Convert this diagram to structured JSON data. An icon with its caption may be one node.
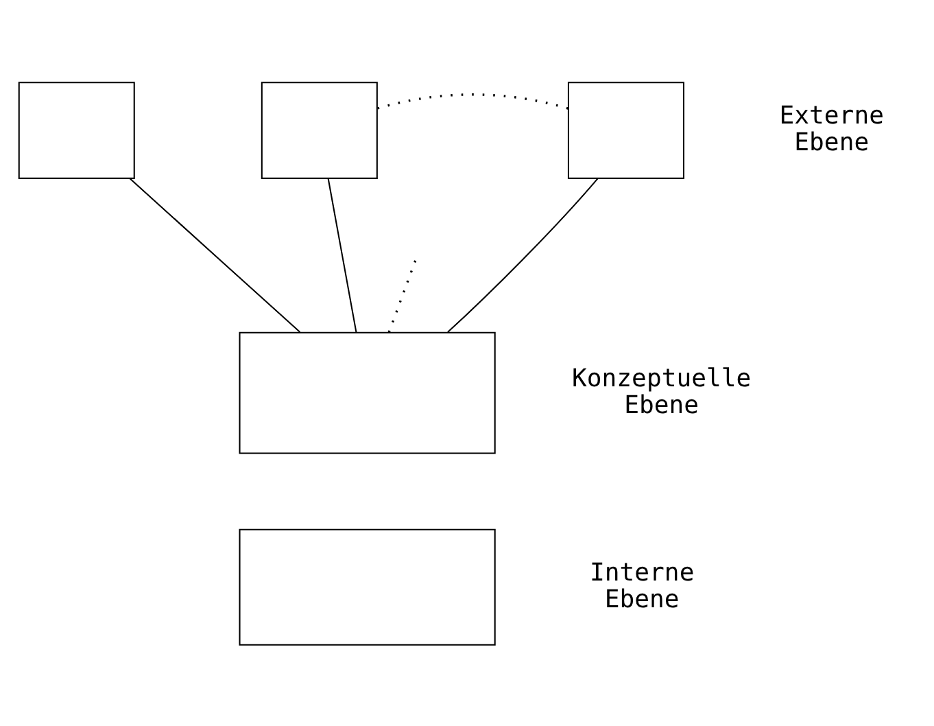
{
  "diagram": {
    "nodes": [
      {
        "text": [],
        "shape": "box"
      },
      {
        "text": [],
        "shape": "box"
      },
      {
        "text": [],
        "shape": "box",
        "beside": [
          "Externe Ebene"
        ]
      },
      {
        "text": [],
        "shape": "box",
        "beside": [
          "Konzeptuelle Ebene"
        ]
      },
      {
        "text": [],
        "shape": "box",
        "beside": [
          "Interne Ebene"
        ]
      }
    ],
    "edges": [
      {
        "from": 1,
        "to": 2,
        "arrow": "none",
        "style": "dashed"
      },
      {
        "from": 0,
        "to": 3,
        "arrow": "none"
      },
      {
        "from": 1,
        "to": 3,
        "arrow": "none"
      },
      {
        "from": 2,
        "to": 3,
        "arrow": "none"
      },
      {
        "from": 3,
        "to": null,
        "arrow": "none",
        "style": "dashed"
      }
    ]
  }
}
